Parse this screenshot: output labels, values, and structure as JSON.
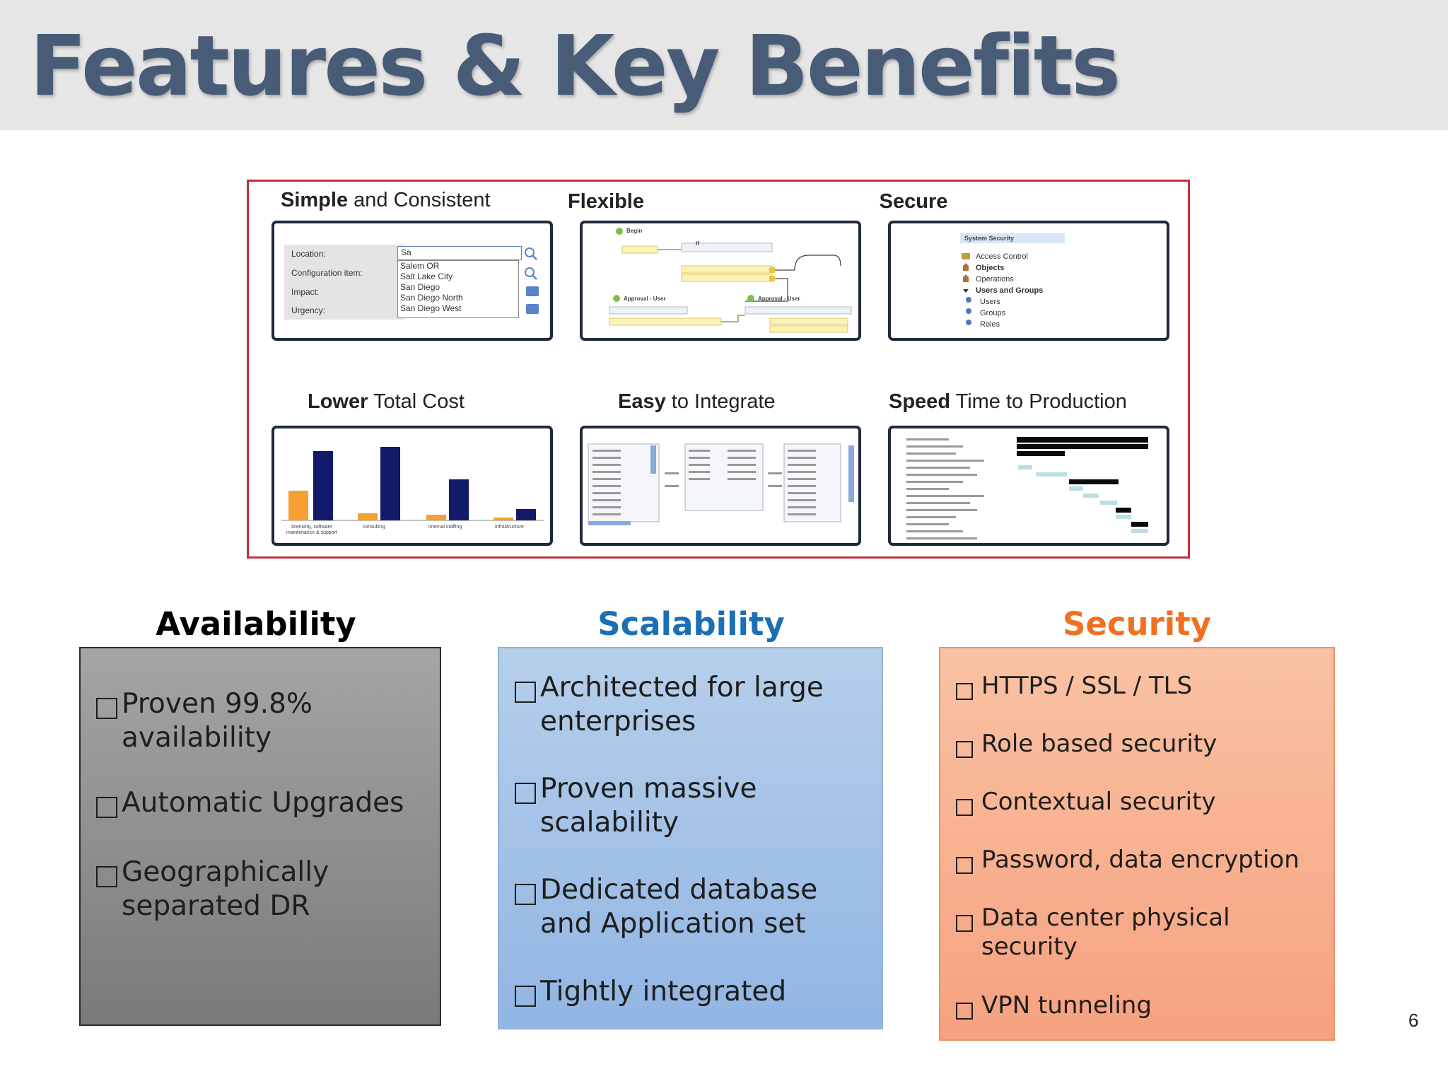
{
  "slide": {
    "title": "Features & Key Benefits",
    "page_number": "6"
  },
  "features": {
    "captions": {
      "simple": {
        "bold": "Simple",
        "rest": " and Consistent"
      },
      "flexible": {
        "bold": "Flexible",
        "rest": ""
      },
      "secure": {
        "bold": "Secure",
        "rest": ""
      },
      "cost": {
        "bold": "Lower",
        "rest": " Total Cost"
      },
      "integrate": {
        "bold": "Easy",
        "rest": " to Integrate"
      },
      "speed": {
        "bold": "Speed",
        "rest": " Time to Production"
      }
    },
    "simple_form": {
      "labels": [
        "Location:",
        "Configuration item:",
        "Impact:",
        "Urgency:"
      ],
      "input_value": "Sa",
      "suggestions": [
        "Salem OR",
        "Salt Lake City",
        "San Diego",
        "San Diego North",
        "San Diego West"
      ]
    },
    "flexible_flow": {
      "begin": "Begin",
      "if": "If",
      "approval_user_1": "Approval - User",
      "approval_user_2": "Approval - User"
    },
    "secure_tree": {
      "header": "System Security",
      "items": [
        "Access Control",
        "Objects",
        "Operations",
        "Users and Groups",
        "Users",
        "Groups",
        "Roles"
      ]
    },
    "cost_chart": {
      "categories": [
        "licensing, software maintenance & support",
        "consulting",
        "internal staffing",
        "infrastructure"
      ]
    }
  },
  "columns": [
    {
      "title": "Availability",
      "color": "#000000",
      "items": [
        {
          "lines": [
            "Proven 99.8%",
            "availability"
          ]
        },
        {
          "lines": [
            "Automatic Upgrades"
          ]
        },
        {
          "lines": [
            "Geographically",
            "separated DR"
          ]
        }
      ]
    },
    {
      "title": "Scalability",
      "color": "#1b6fb5",
      "items": [
        {
          "lines": [
            "Architected for large",
            "enterprises"
          ]
        },
        {
          "lines": [
            "Proven massive",
            "scalability"
          ]
        },
        {
          "lines": [
            "Dedicated database",
            "and Application set"
          ]
        },
        {
          "lines": [
            "Tightly integrated"
          ]
        }
      ]
    },
    {
      "title": "Security",
      "color": "#f07020",
      "items": [
        {
          "lines": [
            "HTTPS / SSL / TLS"
          ]
        },
        {
          "lines": [
            "Role based security"
          ]
        },
        {
          "lines": [
            "Contextual security"
          ]
        },
        {
          "lines": [
            "Password, data encryption"
          ]
        },
        {
          "lines": [
            "Data center physical",
            "security"
          ]
        },
        {
          "lines": [
            "VPN tunneling"
          ]
        }
      ]
    }
  ]
}
